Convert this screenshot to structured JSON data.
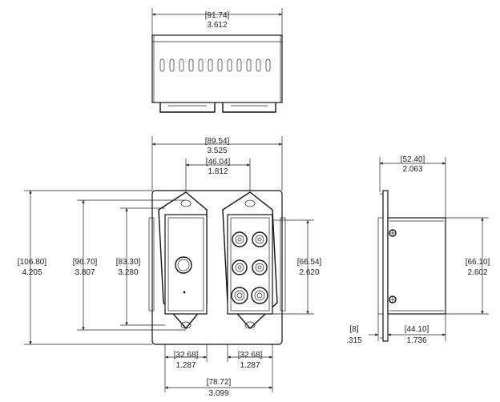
{
  "dimensions": {
    "top_width": {
      "mm": "[91.74]",
      "in": "3.612"
    },
    "front_width": {
      "mm": "[89.54]",
      "in": "3.525"
    },
    "inner_width": {
      "mm": "[46.04]",
      "in": "1.812"
    },
    "front_height": {
      "mm": "[106.80]",
      "in": "4.205"
    },
    "hole_spacing": {
      "mm": "[96.70]",
      "in": "3.807"
    },
    "opening_height": {
      "mm": "[83.30]",
      "in": "3.280"
    },
    "right_opening_height": {
      "mm": "[66.54]",
      "in": "2.620"
    },
    "left_module_width": {
      "mm": "[32.68]",
      "in": "1.287"
    },
    "right_module_width": {
      "mm": "[32.68]",
      "in": "1.287"
    },
    "bottom_width": {
      "mm": "[78.72]",
      "in": "3.099"
    },
    "side_depth": {
      "mm": "[52.40]",
      "in": "2.063"
    },
    "side_height": {
      "mm": "[66.10]",
      "in": "2.602"
    },
    "plate_thickness": {
      "mm": "[8]",
      "in": ".315"
    },
    "box_depth": {
      "mm": "[44.10]",
      "in": "1.736"
    }
  },
  "parts": {
    "knob": "rotary-knob-icon",
    "jacks": "rca-jack-icon",
    "screws": "phillips-screw-icon"
  }
}
